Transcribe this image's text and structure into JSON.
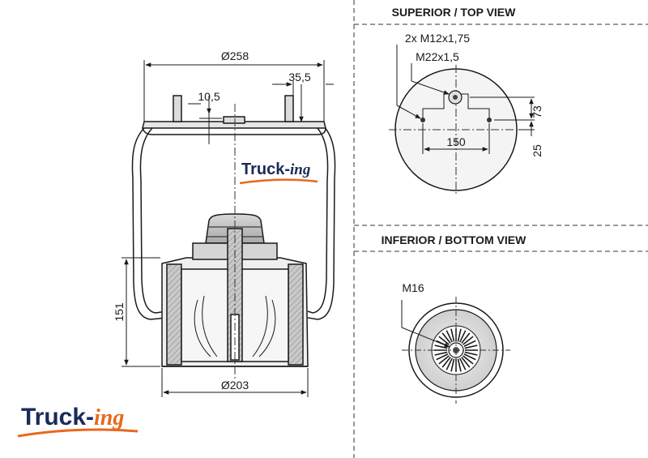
{
  "side_view": {
    "dimensions": {
      "top_diameter": "Ø258",
      "stud_offset": "35,5",
      "stud_spacing": "10,5",
      "height": "151",
      "bottom_diameter": "Ø203"
    },
    "brand_on_part": {
      "main": "Truck-",
      "suffix": "ing"
    }
  },
  "top_view": {
    "heading": "SUPERIOR / TOP VIEW",
    "labels": {
      "studs": "2x M12x1,75",
      "center_port": "M22x1,5",
      "hole_spacing": "150",
      "vert_offset_upper": "73",
      "vert_offset_lower": "25"
    }
  },
  "bottom_view": {
    "heading": "INFERIOR / BOTTOM VIEW",
    "labels": {
      "bottom_thread": "M16"
    }
  },
  "logo": {
    "main": "Truck-",
    "suffix": "ing"
  },
  "colors": {
    "brand_navy": "#1a2a5a",
    "brand_orange": "#e8681e"
  }
}
